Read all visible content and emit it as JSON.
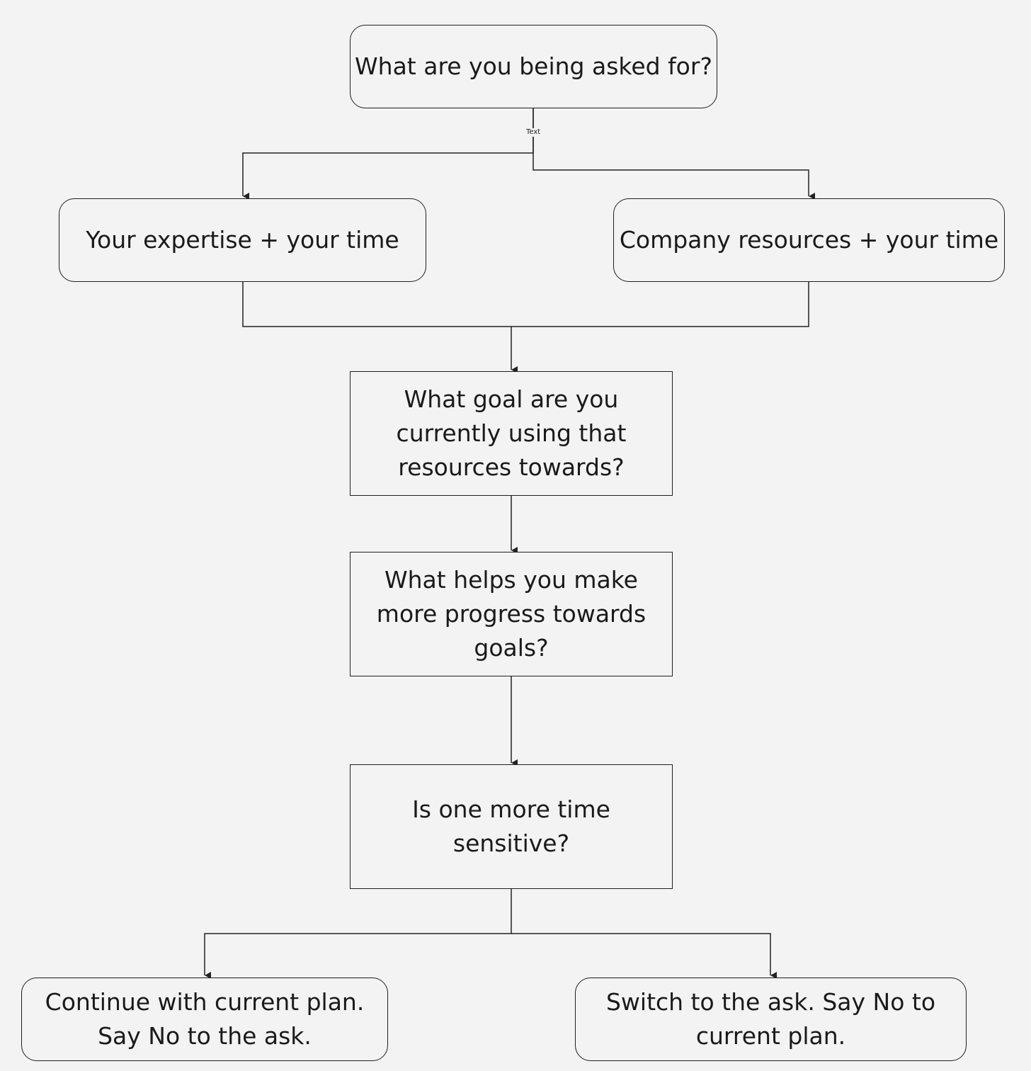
{
  "nodes": {
    "asked_for": "What are you being asked for?",
    "expertise": "Your expertise + your time",
    "company": "Company resources + your time",
    "goal": "What goal are you currently using that resources towards?",
    "progress": "What helps you make more progress towards goals?",
    "time_sensitive": "Is one more time sensitive?",
    "continue": "Continue with current plan. Say No to the ask.",
    "switch": "Switch to the ask. Say No to current plan."
  },
  "edge_labels": {
    "top_split": "Text"
  },
  "colors": {
    "background": "#f3f3f3",
    "stroke": "#1f1f1f",
    "text": "#1a1a1a"
  }
}
